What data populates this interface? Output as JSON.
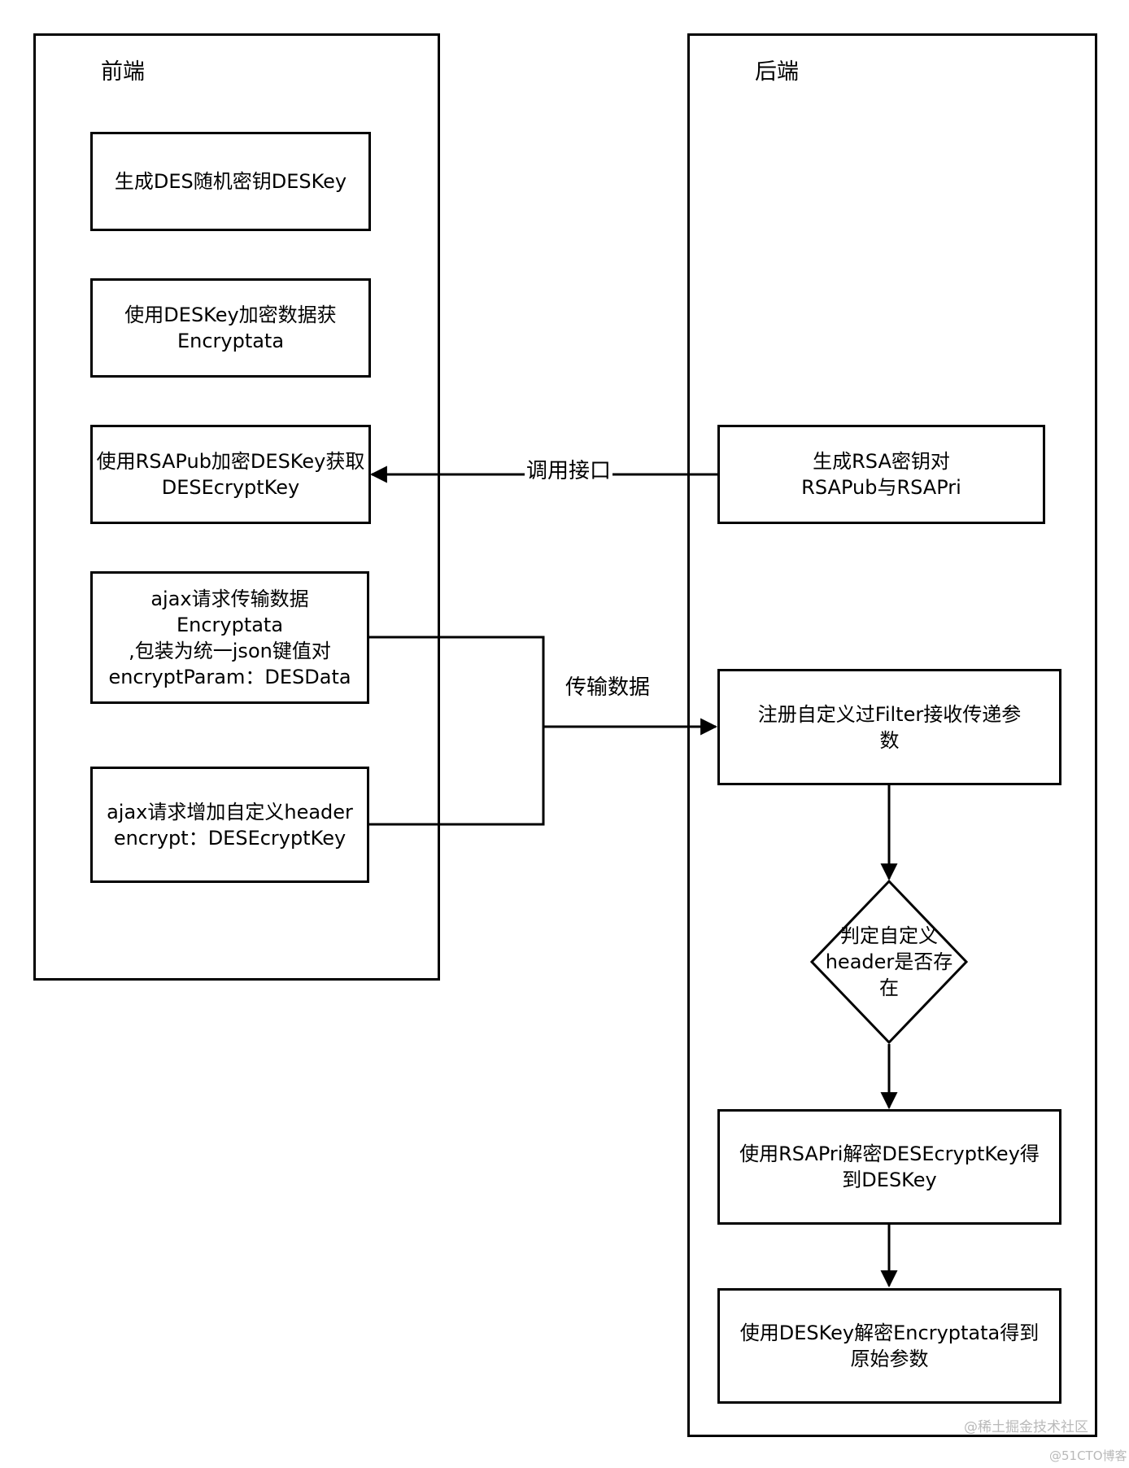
{
  "lanes": {
    "frontend": {
      "title": "前端"
    },
    "backend": {
      "title": "后端"
    }
  },
  "frontend_nodes": {
    "gen_des_key": "生成DES随机密钥DESKey",
    "encrypt_data": "使用DESKey加密数据获\nEncryptata",
    "encrypt_key": "使用RSAPub加密DESKey获取\nDESEcryptKey",
    "ajax_transfer": "ajax请求传输数据\nEncryptata\n,包装为统一json键值对\nencryptParam：DESData",
    "ajax_header": "ajax请求增加自定义header\nencrypt：DESEcryptKey"
  },
  "backend_nodes": {
    "gen_rsa_pair": "生成RSA密钥对\nRSAPub与RSAPri",
    "register_filter": "注册自定义过Filter接收传递参\n数",
    "check_header": "判定自定义\nheader是否存\n在",
    "decrypt_key": "使用RSAPri解密DESEcryptKey得\n到DESKey",
    "decrypt_data": "使用DESKey解密Encryptata得到\n原始参数"
  },
  "edges": {
    "call_api": "调用接口",
    "transfer_data": "传输数据"
  },
  "watermark": {
    "line1": "@稀土掘金技术社区",
    "line2": "@51CTO博客"
  }
}
